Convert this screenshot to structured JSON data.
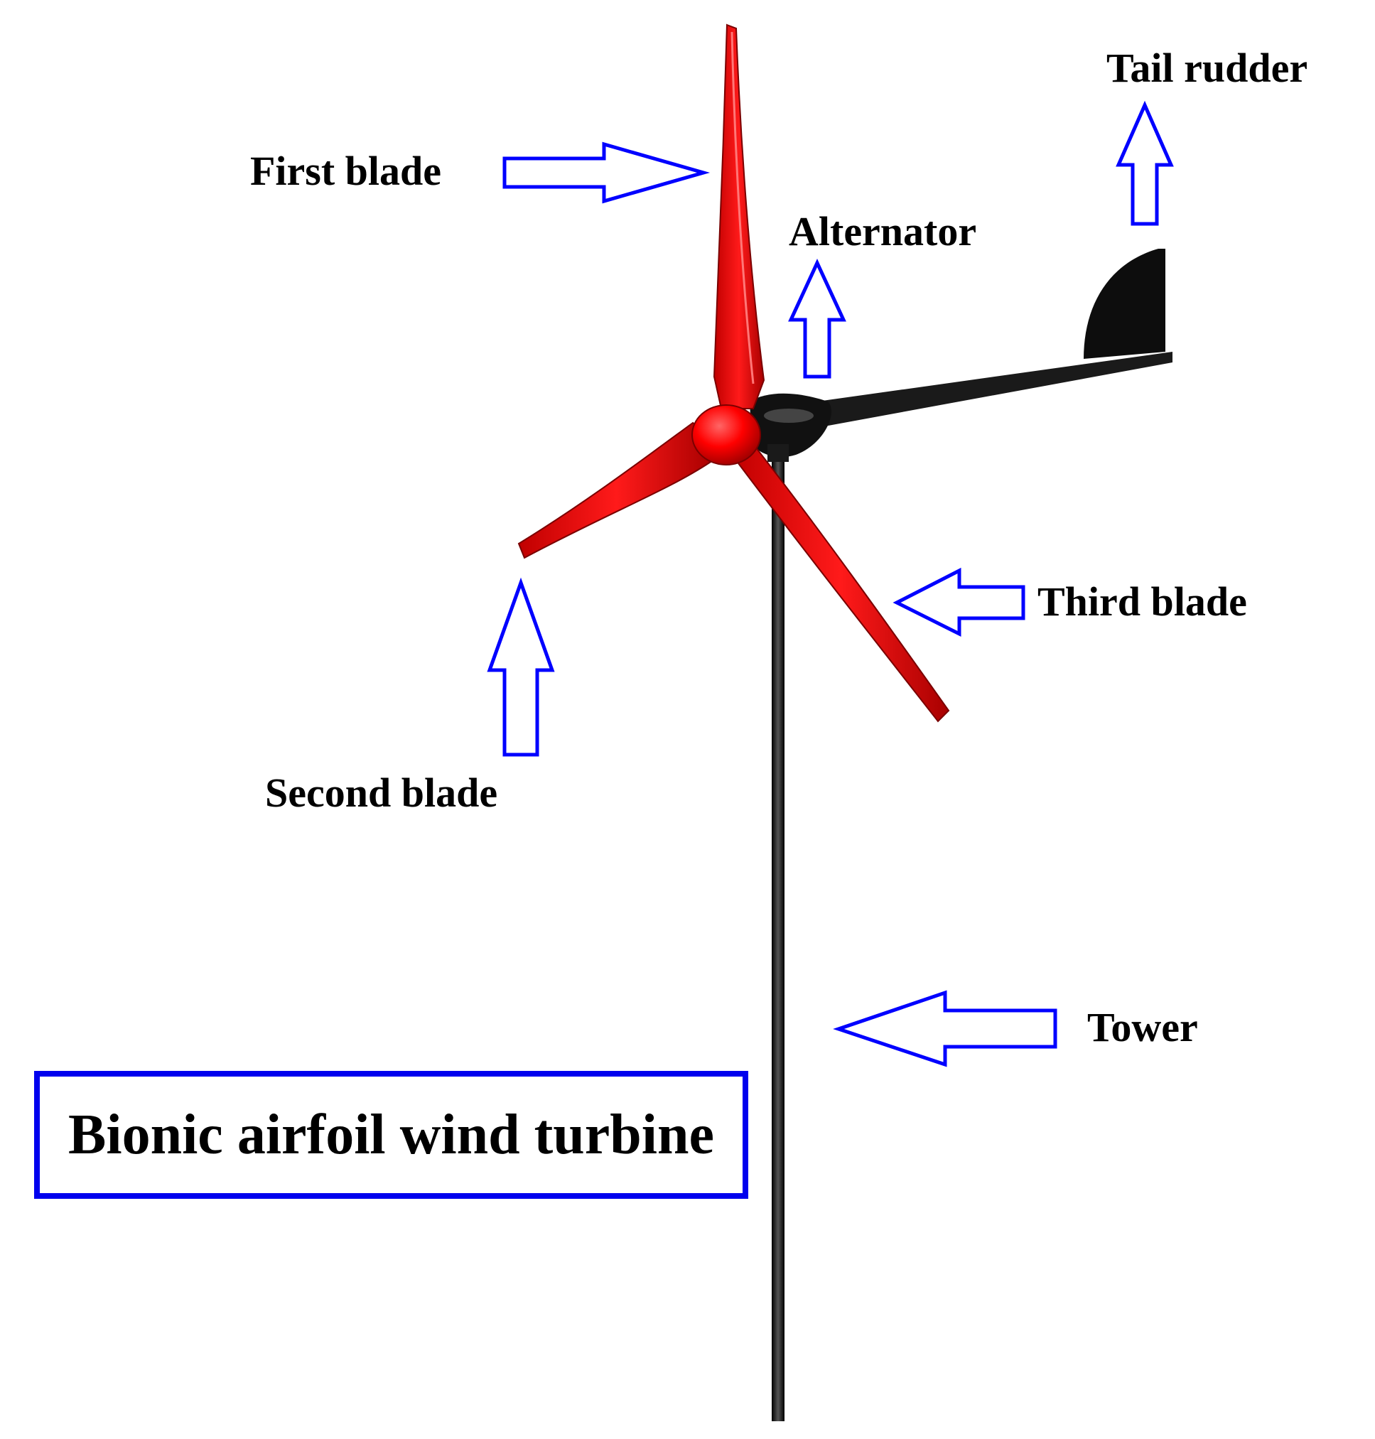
{
  "diagram": {
    "title": "Bionic airfoil wind turbine",
    "labels": {
      "first_blade": "First blade",
      "second_blade": "Second blade",
      "third_blade": "Third blade",
      "alternator": "Alternator",
      "tail_rudder": "Tail rudder",
      "tower": "Tower"
    },
    "colors": {
      "blade": "#ff0000",
      "blade_shade": "#b00000",
      "body": "#111111",
      "arrow_stroke": "#0000ff",
      "title_border": "#0000ee"
    }
  }
}
